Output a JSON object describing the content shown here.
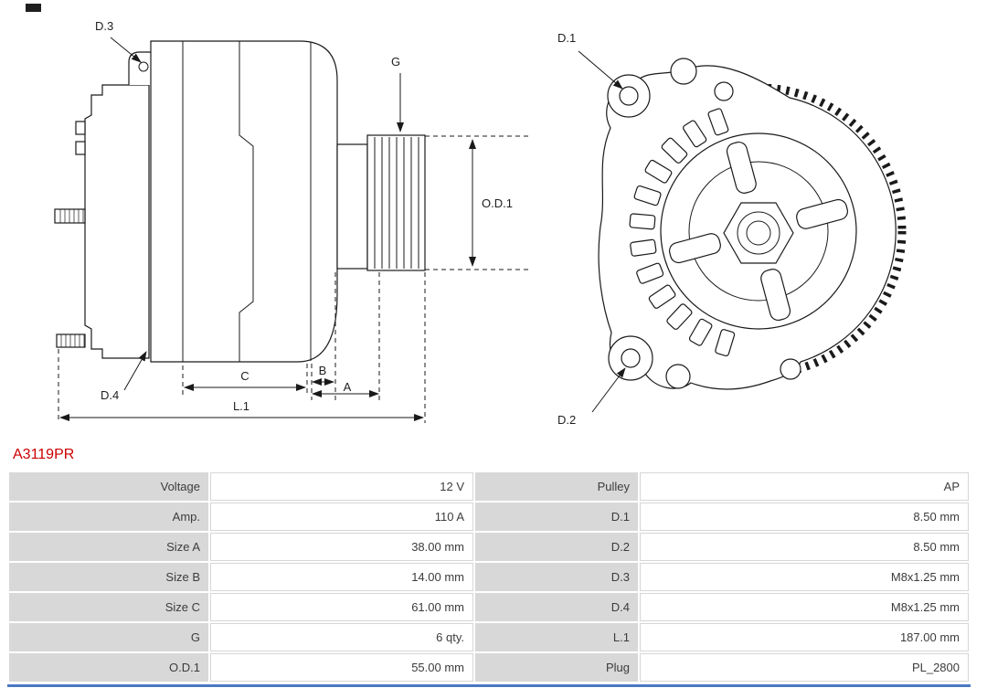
{
  "part_number": "A3119PR",
  "colors": {
    "part_number_text": "#cc0000",
    "table_label_bg": "#d8d8d8",
    "table_value_bg": "#ffffff",
    "line_color": "#1a1a1a",
    "bottom_accent": "#4a79c4"
  },
  "diagram": {
    "labels": {
      "d3": "D.3",
      "g": "G",
      "od1": "O.D.1",
      "d4": "D.4",
      "c": "C",
      "b": "B",
      "a": "A",
      "l1": "L.1",
      "d1": "D.1",
      "d2": "D.2"
    }
  },
  "spec_table": {
    "rows": [
      {
        "label_left": "Voltage",
        "value_left": "12 V",
        "label_right": "Pulley",
        "value_right": "AP"
      },
      {
        "label_left": "Amp.",
        "value_left": "110 A",
        "label_right": "D.1",
        "value_right": "8.50 mm"
      },
      {
        "label_left": "Size A",
        "value_left": "38.00 mm",
        "label_right": "D.2",
        "value_right": "8.50 mm"
      },
      {
        "label_left": "Size B",
        "value_left": "14.00 mm",
        "label_right": "D.3",
        "value_right": "M8x1.25 mm"
      },
      {
        "label_left": "Size C",
        "value_left": "61.00 mm",
        "label_right": "D.4",
        "value_right": "M8x1.25 mm"
      },
      {
        "label_left": "G",
        "value_left": "6 qty.",
        "label_right": "L.1",
        "value_right": "187.00 mm"
      },
      {
        "label_left": "O.D.1",
        "value_left": "55.00 mm",
        "label_right": "Plug",
        "value_right": "PL_2800"
      }
    ]
  }
}
